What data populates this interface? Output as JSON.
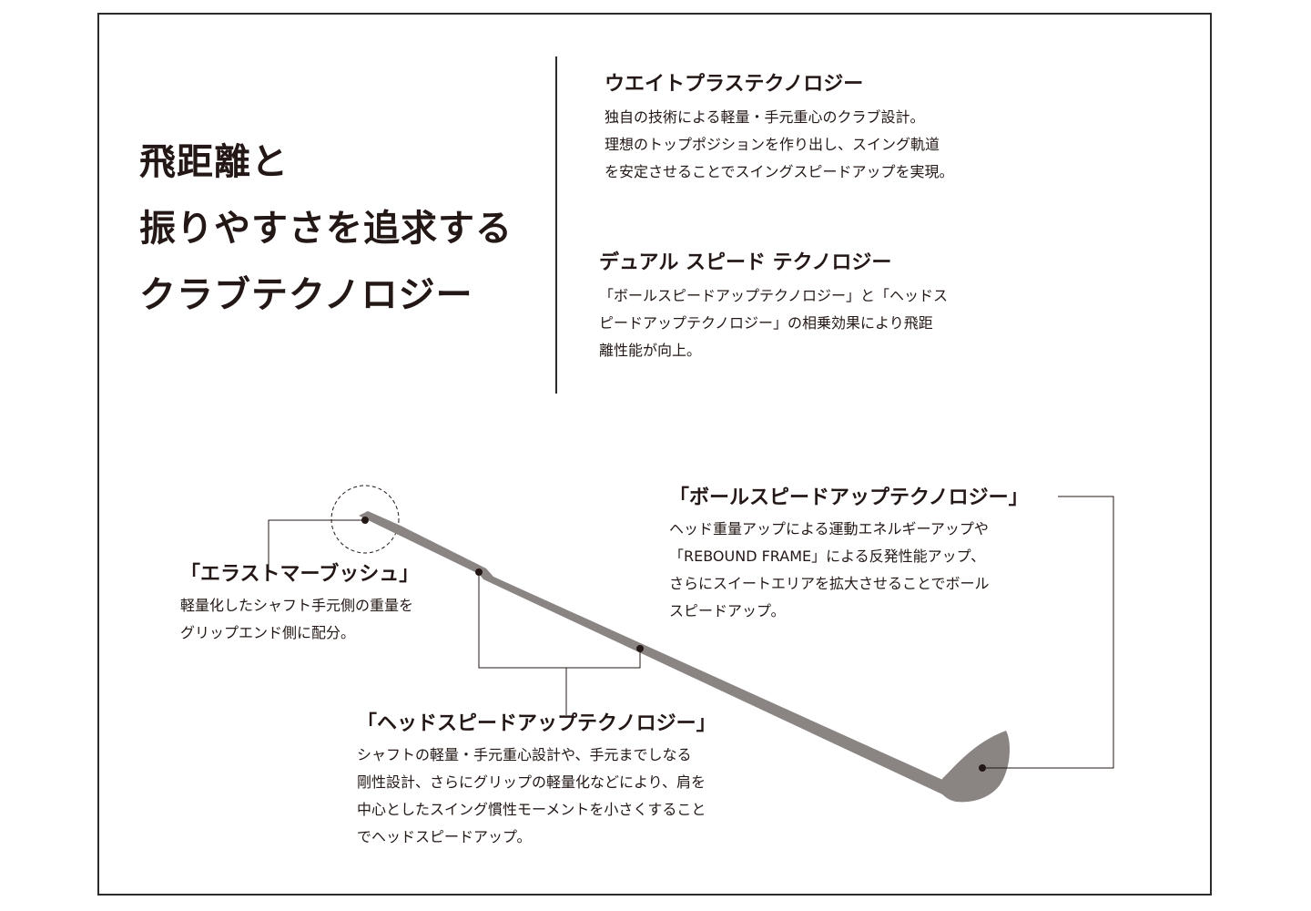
{
  "headline": {
    "lines": [
      "飛距離と",
      "振りやすさを追求する",
      "クラブテクノロジー"
    ]
  },
  "technologies": [
    {
      "title": "ウエイトプラステクノロジー",
      "lines": [
        "独自の技術による軽量・手元重心のクラブ設計。",
        "理想のトップポジションを作り出し、スイング軌道",
        "を安定させることでスイングスピードアップを実現。"
      ]
    },
    {
      "title": "デュアル スピード テクノロジー",
      "lines": [
        "「ボールスピードアップテクノロジー」と「ヘッドス",
        "ピードアップテクノロジー」の相乗効果により飛距",
        "離性能が向上。"
      ]
    }
  ],
  "callouts": {
    "elastomer": {
      "title": "「エラストマーブッシュ」",
      "lines": [
        "軽量化したシャフト手元側の重量を",
        "グリップエンド側に配分。"
      ]
    },
    "ball_speed": {
      "title": "「ボールスピードアップテクノロジー」",
      "lines": [
        "ヘッド重量アップによる運動エネルギーアップや",
        "「REBOUND FRAME」による反発性能アップ、",
        "さらにスイートエリアを拡大させることでボール",
        "スピードアップ。"
      ]
    },
    "head_speed": {
      "title": "「ヘッドスピードアップテクノロジー」",
      "lines": [
        "シャフトの軽量・手元重心設計や、手元までしなる",
        "剛性設計、さらにグリップの軽量化などにより、肩を",
        "中心としたスイング慣性モーメントを小さくすること",
        "でヘッドスピードアップ。"
      ]
    }
  },
  "colors": {
    "text": "#231815",
    "frame": "#2b2b2b",
    "club": "#8a8583",
    "leader": "#231815"
  }
}
